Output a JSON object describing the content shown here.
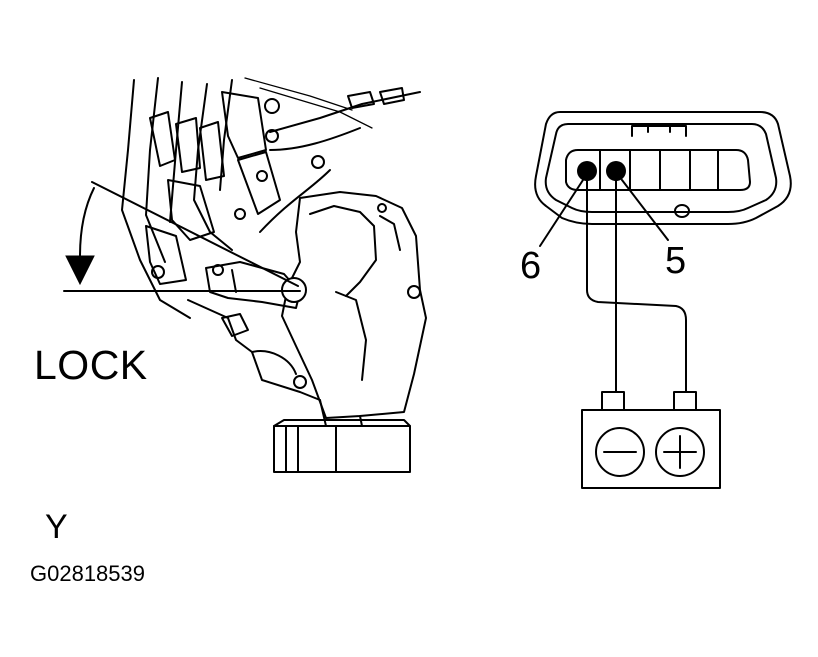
{
  "labels": {
    "lock": "LOCK",
    "view": "Y",
    "figure_id": "G02818539",
    "pin_left": "6",
    "pin_right": "5"
  },
  "battery": {
    "negative_symbol": "−",
    "positive_symbol": "+"
  },
  "icons": {
    "direction_arrow": "rotate-down-arrow-icon",
    "battery": "battery-icon",
    "connector": "connector-icon"
  },
  "colors": {
    "line": "#000000",
    "background": "#ffffff"
  }
}
